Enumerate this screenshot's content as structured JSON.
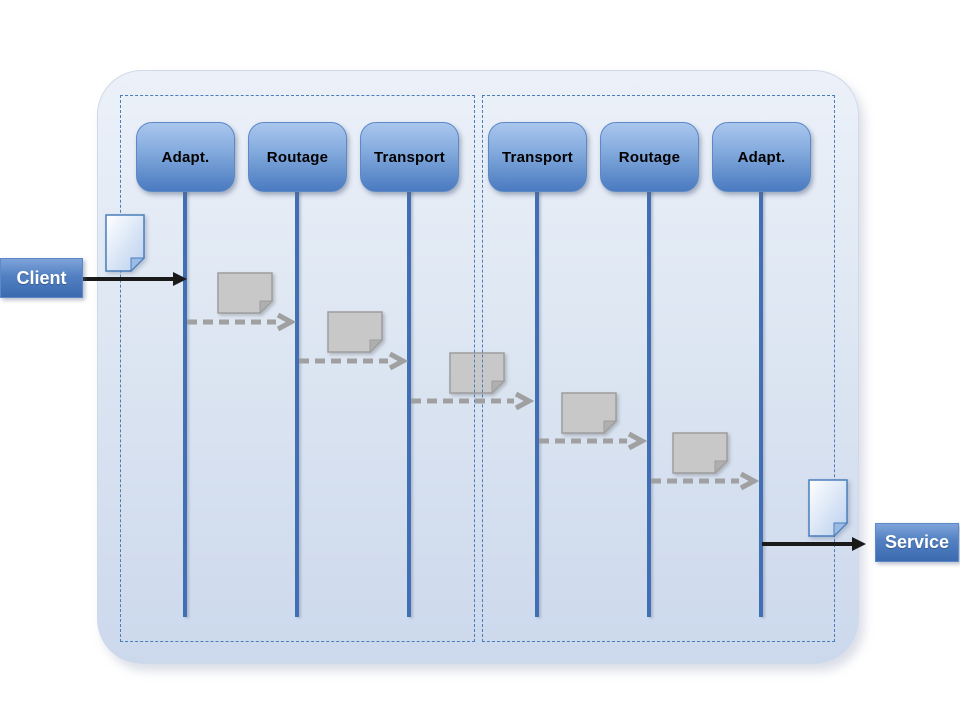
{
  "diagram": {
    "nodes": [
      {
        "label": "Adapt."
      },
      {
        "label": "Routage"
      },
      {
        "label": "Transport"
      },
      {
        "label": "Transport"
      },
      {
        "label": "Routage"
      },
      {
        "label": "Adapt."
      }
    ],
    "endpoints": {
      "client_label": "Client",
      "service_label": "Service"
    },
    "message_document_count": 5
  },
  "icons": {
    "client_input": "document-icon",
    "service_output": "document-icon",
    "pipeline_messages": "document-icon"
  },
  "colors": {
    "node_gradient_top": "#a9c6ee",
    "node_gradient_bottom": "#4a7ac0",
    "node_border": "#5d88c6",
    "node_text": "#000000",
    "endpoint_gradient_top": "#7ea3da",
    "endpoint_gradient_bottom": "#3c6ab0",
    "endpoint_text": "#ffffff",
    "lifeline": "#4170b2",
    "dashed_frame_border": "#4a7ebb",
    "panel_gradient_top": "#ecf1f9",
    "panel_gradient_bottom": "#ccd8ec",
    "message_arrow_gray": "#a0a0a0",
    "flow_arrow_black": "#1a1a1a",
    "document_fill_gray": "#c8c8c8",
    "document_border_gray": "#9d9d9d",
    "document_fill_blue_top": "#ffffff",
    "document_fill_blue_bottom": "#b9cfee",
    "document_border_blue": "#4a7ebb"
  }
}
